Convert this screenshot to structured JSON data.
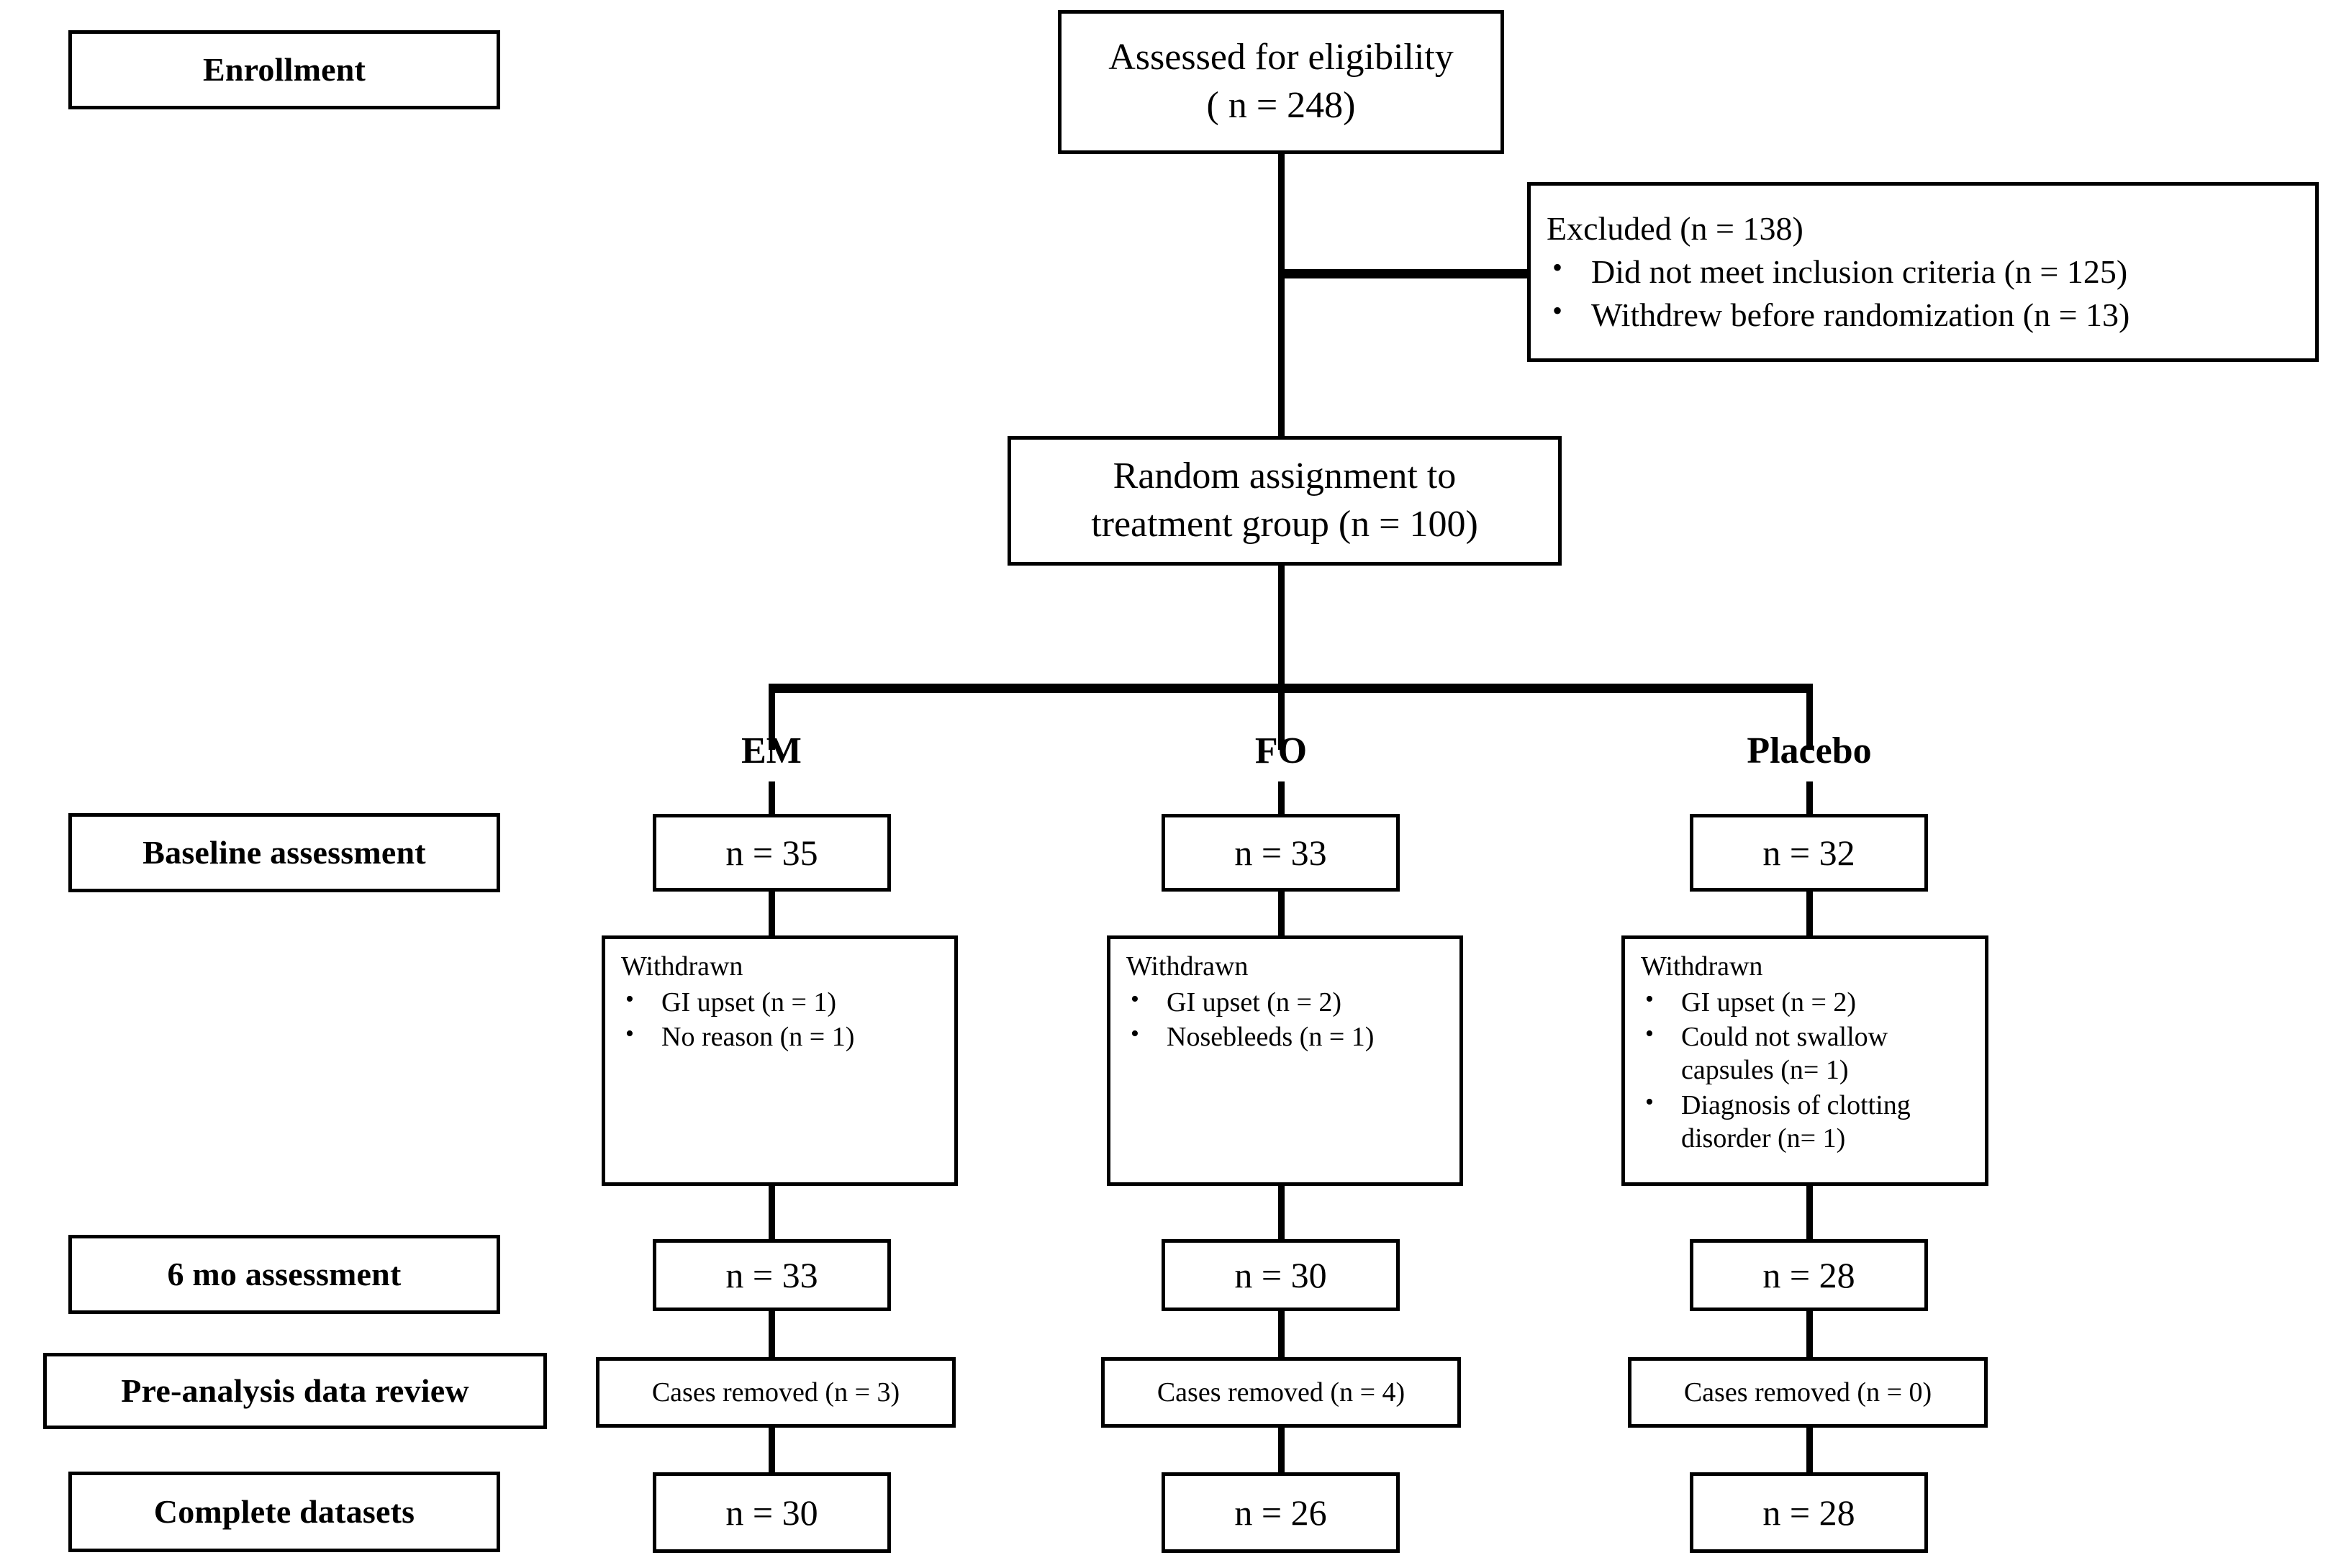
{
  "diagram": {
    "type": "consort-flow-diagram",
    "stage_labels": [
      {
        "id": "enrollment",
        "text": "Enrollment"
      },
      {
        "id": "baseline-assessment",
        "text": "Baseline assessment"
      },
      {
        "id": "six-month-assessment",
        "text": "6 mo assessment"
      },
      {
        "id": "pre-analysis-data-review",
        "text": "Pre-analysis data review"
      },
      {
        "id": "complete-datasets",
        "text": "Complete datasets"
      }
    ],
    "eligibility": {
      "line1": "Assessed for eligibility",
      "line2": "( n = 248)"
    },
    "excluded": {
      "title": "Excluded (n = 138)",
      "bullets": [
        "Did not meet inclusion criteria (n = 125)",
        "Withdrew before randomization (n = 13)"
      ]
    },
    "randomization": {
      "line1": "Random assignment to",
      "line2": "treatment group (n = 100)"
    },
    "groups": [
      {
        "name": "EM",
        "baseline": "n = 35",
        "withdrawn_title": "Withdrawn",
        "withdrawn_bullets": [
          "GI upset (n = 1)",
          "No reason (n = 1)"
        ],
        "six_month": "n = 33",
        "cases_removed": "Cases removed (n = 3)",
        "complete": "n = 30"
      },
      {
        "name": "FO",
        "baseline": "n = 33",
        "withdrawn_title": "Withdrawn",
        "withdrawn_bullets": [
          "GI upset (n = 2)",
          "Nosebleeds (n = 1)"
        ],
        "six_month": "n = 30",
        "cases_removed": "Cases removed (n = 4)",
        "complete": "n = 26"
      },
      {
        "name": "Placebo",
        "baseline": "n = 32",
        "withdrawn_title": "Withdrawn",
        "withdrawn_bullets": [
          "GI upset (n = 2)",
          "Could not swallow capsules (n= 1)",
          "Diagnosis of clotting disorder (n= 1)"
        ],
        "six_month": "n = 28",
        "cases_removed": "Cases removed (n = 0)",
        "complete": "n = 28"
      }
    ],
    "colors": {
      "stroke": "#000000",
      "background": "#ffffff",
      "text": "#000000"
    }
  }
}
